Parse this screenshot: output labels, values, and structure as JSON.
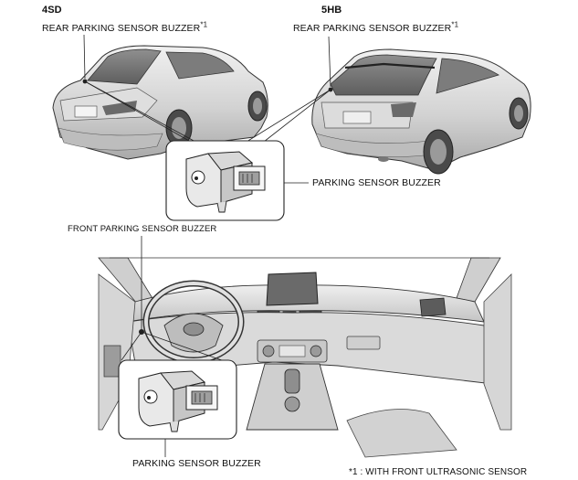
{
  "diagram": {
    "sedan_label": "4SD",
    "hatch_label": "5HB",
    "rear_buzzer_4sd": "REAR PARKING SENSOR BUZZER",
    "rear_buzzer_4sd_note": "*1",
    "rear_buzzer_5hb": "REAR PARKING SENSOR BUZZER",
    "rear_buzzer_5hb_note": "*1",
    "parking_buzzer_top": "PARKING SENSOR BUZZER",
    "front_buzzer": "FRONT PARKING SENSOR BUZZER",
    "parking_buzzer_bottom": "PARKING SENSOR BUZZER",
    "footnote": "*1 : WITH FRONT ULTRASONIC SENSOR"
  },
  "colors": {
    "body_light": "#e6e6e6",
    "body_mid": "#c8c8c8",
    "body_dark": "#8c8c8c",
    "outline": "#222222"
  }
}
